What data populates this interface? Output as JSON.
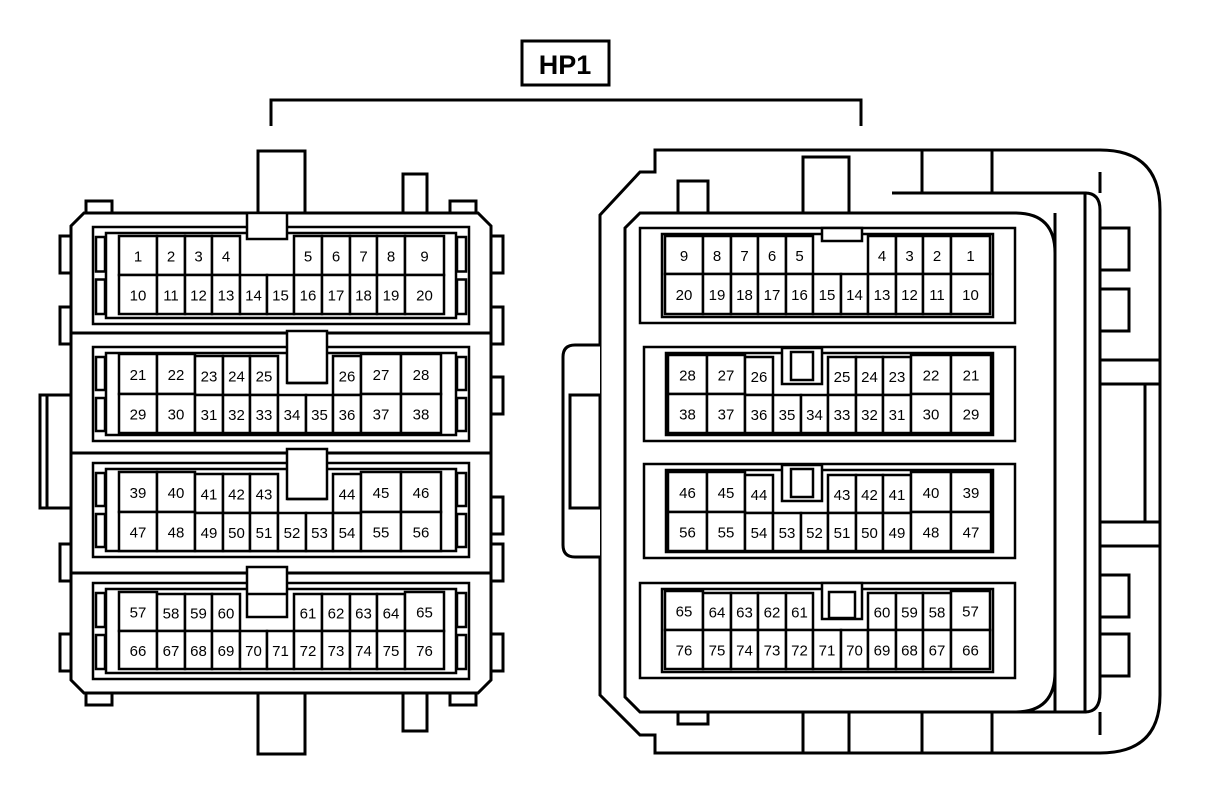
{
  "title": "HP1",
  "colors": {
    "line": "#000000",
    "background": "#ffffff"
  },
  "left_connector": {
    "rows": [
      [
        "1",
        "2",
        "3",
        "4",
        "5",
        "6",
        "7",
        "8",
        "9"
      ],
      [
        "10",
        "11",
        "12",
        "13",
        "14",
        "15",
        "16",
        "17",
        "18",
        "19",
        "20"
      ],
      [
        "21",
        "22",
        "23",
        "24",
        "25",
        "26",
        "27",
        "28"
      ],
      [
        "29",
        "30",
        "31",
        "32",
        "33",
        "34",
        "35",
        "36",
        "37",
        "38"
      ],
      [
        "39",
        "40",
        "41",
        "42",
        "43",
        "44",
        "45",
        "46"
      ],
      [
        "47",
        "48",
        "49",
        "50",
        "51",
        "52",
        "53",
        "54",
        "55",
        "56"
      ],
      [
        "57",
        "58",
        "59",
        "60",
        "61",
        "62",
        "63",
        "64",
        "65"
      ],
      [
        "66",
        "67",
        "68",
        "69",
        "70",
        "71",
        "72",
        "73",
        "74",
        "75",
        "76"
      ]
    ]
  },
  "right_connector": {
    "rows": [
      [
        "9",
        "8",
        "7",
        "6",
        "5",
        "4",
        "3",
        "2",
        "1"
      ],
      [
        "20",
        "19",
        "18",
        "17",
        "16",
        "15",
        "14",
        "13",
        "12",
        "11",
        "10"
      ],
      [
        "28",
        "27",
        "26",
        "25",
        "24",
        "23",
        "22",
        "21"
      ],
      [
        "38",
        "37",
        "36",
        "35",
        "34",
        "33",
        "32",
        "31",
        "30",
        "29"
      ],
      [
        "46",
        "45",
        "44",
        "43",
        "42",
        "41",
        "40",
        "39"
      ],
      [
        "56",
        "55",
        "54",
        "53",
        "52",
        "51",
        "50",
        "49",
        "48",
        "47"
      ],
      [
        "65",
        "64",
        "63",
        "62",
        "61",
        "60",
        "59",
        "58",
        "57"
      ],
      [
        "76",
        "75",
        "74",
        "73",
        "72",
        "71",
        "70",
        "69",
        "68",
        "67",
        "66"
      ]
    ]
  }
}
